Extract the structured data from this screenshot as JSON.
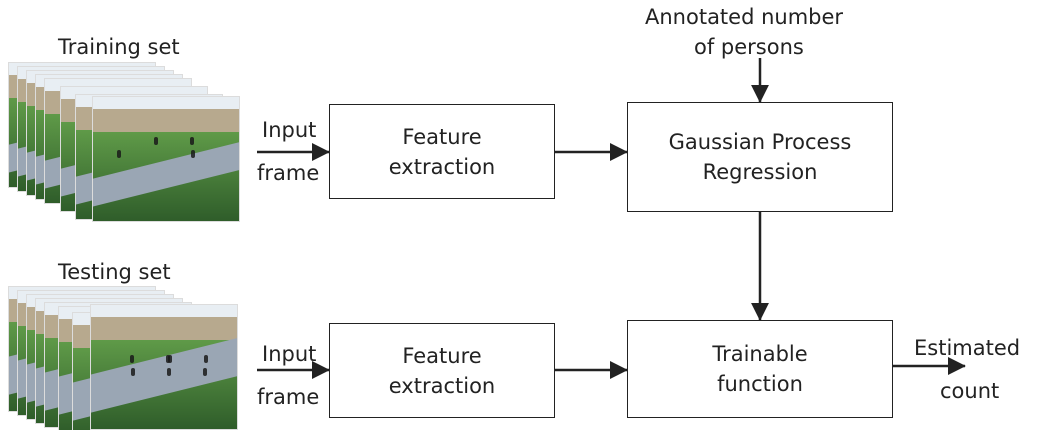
{
  "training_set_label": "Training set",
  "testing_set_label": "Testing set",
  "annotation_label_line1": "Annotated number",
  "annotation_label_line2": "of  persons",
  "input_label_line1": "Input",
  "input_label_line2": "frame",
  "feature_extraction_label": "Feature\nextraction",
  "gpr_label": "Gaussian  Process\nRegression",
  "trainable_function_label": "Trainable\nfunction",
  "output_label_line1": "Estimated",
  "output_label_line2": "count",
  "colors": {
    "ink": "#222222",
    "frame_grass_dark": "#2f5d2a",
    "frame_grass_light": "#5f9a48",
    "frame_path": "#9aa6b4",
    "frame_building": "#b7a98e",
    "frame_sky": "#e8eef3"
  }
}
